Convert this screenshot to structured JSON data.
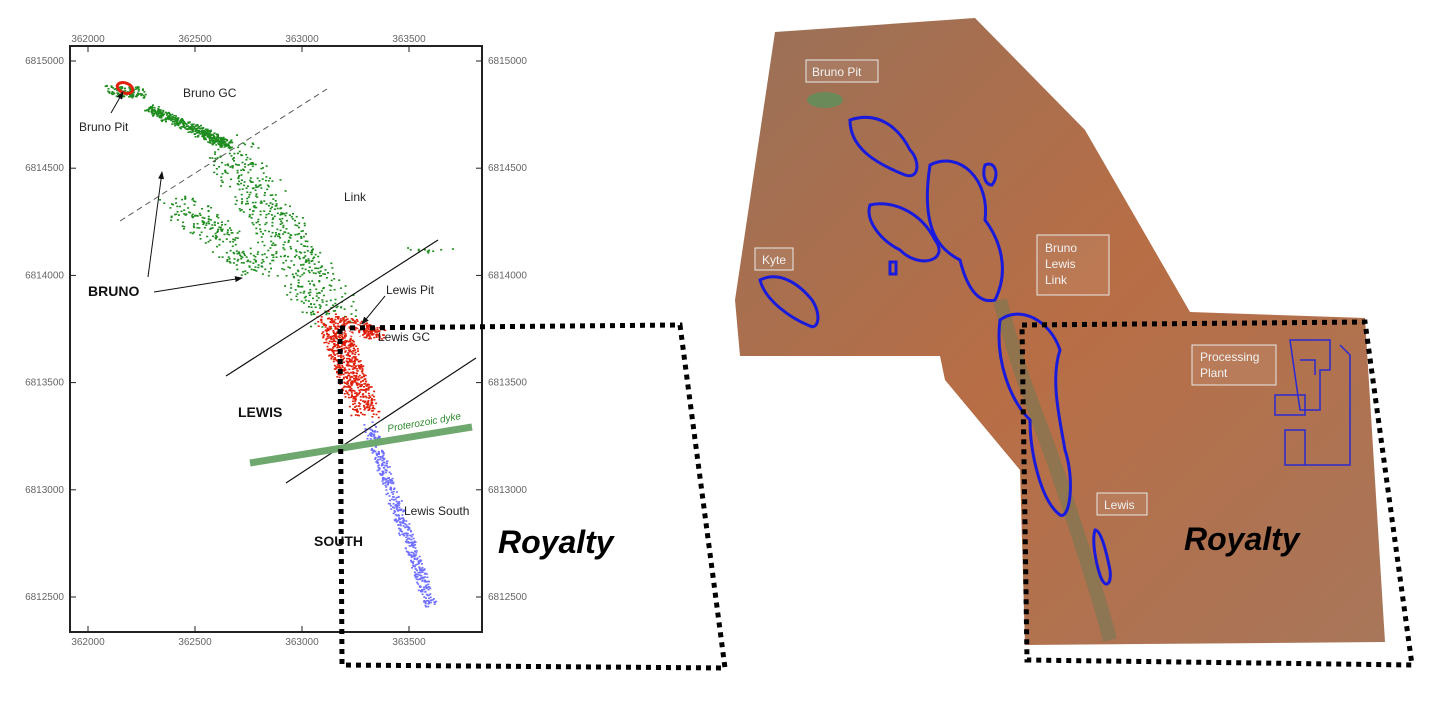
{
  "left_map": {
    "x_ticks": [
      "362000",
      "362500",
      "363000",
      "363500"
    ],
    "y_ticks": [
      "6815000",
      "6814500",
      "6814000",
      "6813500",
      "6813000",
      "6812500"
    ],
    "labels": {
      "bruno_gc": "Bruno GC",
      "bruno_pit": "Bruno Pit",
      "link": "Link",
      "bruno": "BRUNO",
      "lewis_pit": "Lewis Pit",
      "lewis_gc": "Lewis GC",
      "lewis": "LEWIS",
      "dyke": "Proterozoic dyke",
      "lewis_south": "Lewis South",
      "south": "SOUTH"
    },
    "royalty": "Royalty"
  },
  "right_map": {
    "labels": {
      "bruno_pit": "Bruno Pit",
      "kyte": "Kyte",
      "bruno_lewis_link": [
        "Bruno",
        "Lewis",
        "Link"
      ],
      "processing_plant": [
        "Processing",
        "Plant"
      ],
      "lewis": "Lewis"
    },
    "royalty": "Royalty"
  },
  "colors": {
    "bruno": "#1e8c1e",
    "lewis": "#e0200c",
    "south": "#6f6fff",
    "dyke": "#6fa86f",
    "outline": "#1a1adc"
  }
}
